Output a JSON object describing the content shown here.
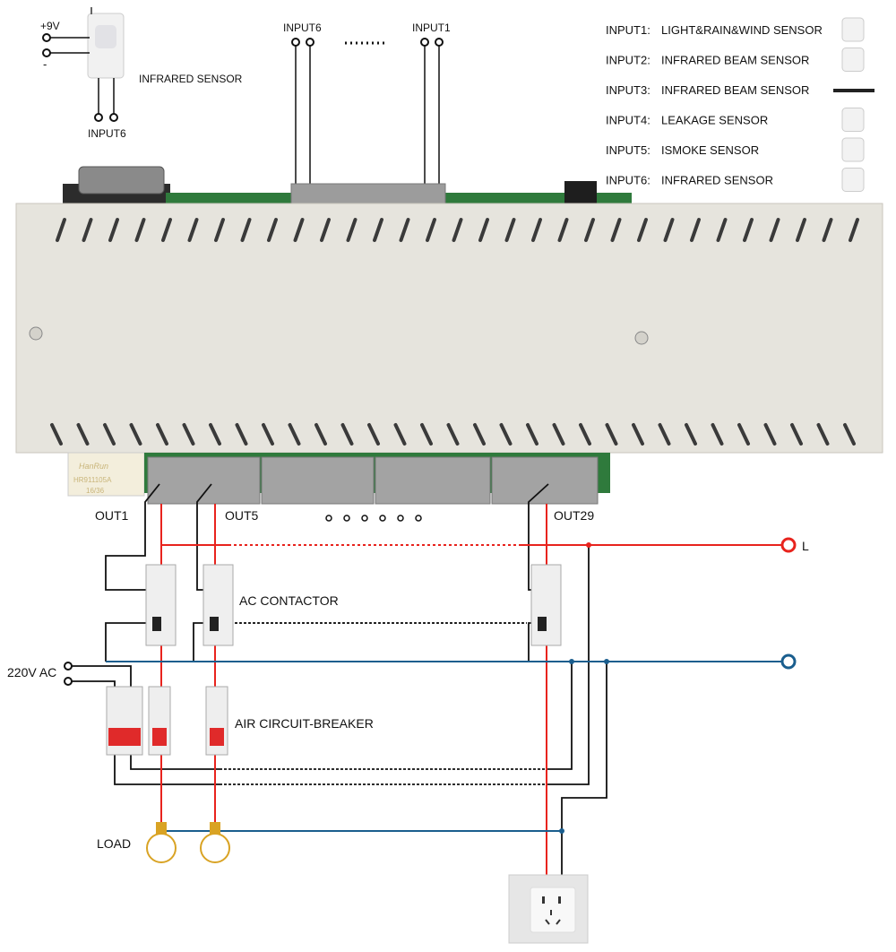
{
  "sensor_top": {
    "plus": "+9V",
    "minus": "-",
    "name": "INFRARED SENSOR",
    "input": "INPUT6"
  },
  "top_inputs": {
    "left": "INPUT6",
    "right": "INPUT1"
  },
  "legend": [
    {
      "input": "INPUT1:",
      "sensor": "LIGHT&RAIN&WIND SENSOR",
      "icon": "weather-station-icon"
    },
    {
      "input": "INPUT2:",
      "sensor": "INFRARED BEAM SENSOR",
      "icon": "beam-sensor-icon"
    },
    {
      "input": "INPUT3:",
      "sensor": "INFRARED BEAM SENSOR",
      "icon": "beam-bar-icon"
    },
    {
      "input": "INPUT4:",
      "sensor": "LEAKAGE SENSOR",
      "icon": "leakage-sensor-icon"
    },
    {
      "input": "INPUT5:",
      "sensor": "ISMOKE SENSOR",
      "icon": "smoke-detector-icon"
    },
    {
      "input": "INPUT6:",
      "sensor": "INFRARED SENSOR",
      "icon": "pir-sensor-icon"
    }
  ],
  "rj45": {
    "brand": "HanRun",
    "model": "HR911105A",
    "code": "16/36"
  },
  "outputs": {
    "out1": "OUT1",
    "out5": "OUT5",
    "out29": "OUT29"
  },
  "labels": {
    "line": "L",
    "ac_contactor": "AC CONTACTOR",
    "supply": "220V AC",
    "breaker": "AIR CIRCUIT-BREAKER",
    "load": "LOAD"
  },
  "colors": {
    "live": "#e8231d",
    "neutral": "#1a5e8e",
    "wire": "#111111",
    "case": "#e6e4dd"
  }
}
